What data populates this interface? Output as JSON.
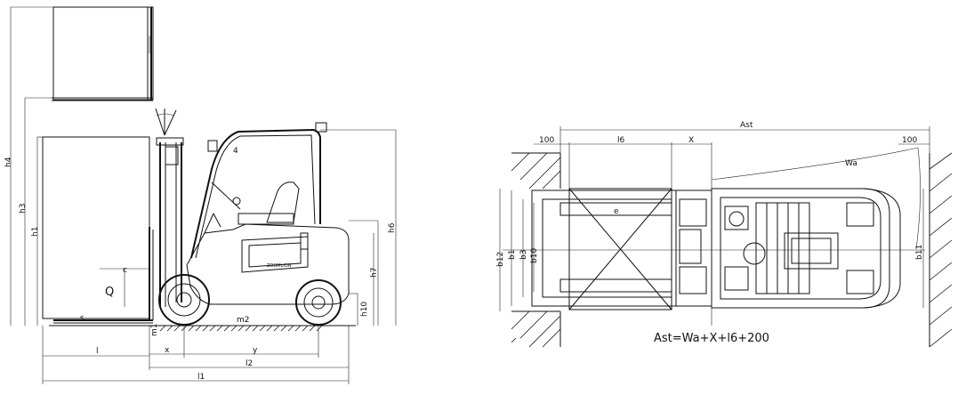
{
  "side_view": {
    "dims": {
      "h4": "h4",
      "h3": "h3",
      "h1": "h1",
      "h6": "h6",
      "h7": "h7",
      "h10": "h10",
      "Q": "Q",
      "c": "c",
      "s": "s",
      "m1": "m1",
      "m2": "m2",
      "l": "l",
      "x": "x",
      "y": "y",
      "l2": "l2",
      "l1": "l1"
    }
  },
  "top_view": {
    "dims": {
      "ast": "Ast",
      "d100_left": "100",
      "l6": "l6",
      "x": "X",
      "d100_right": "100",
      "wa": "Wa",
      "b12": "b12",
      "b1": "b1",
      "b3": "b3",
      "b10": "b10",
      "e": "e",
      "b11": "b11"
    },
    "formula": "Ast=Wa+X+l6+200"
  }
}
